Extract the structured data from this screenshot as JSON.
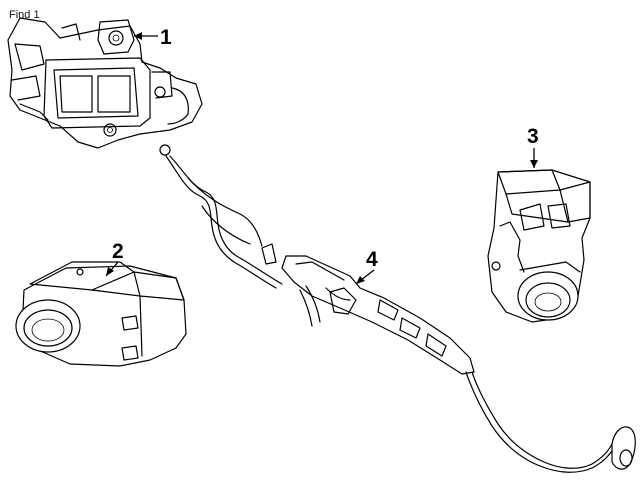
{
  "header": {
    "find_label": "Find 1"
  },
  "callouts": [
    {
      "id": "1",
      "label": "1"
    },
    {
      "id": "2",
      "label": "2"
    },
    {
      "id": "3",
      "label": "3"
    },
    {
      "id": "4",
      "label": "4"
    }
  ],
  "colors": {
    "line": "#000000",
    "background": "#ffffff"
  }
}
